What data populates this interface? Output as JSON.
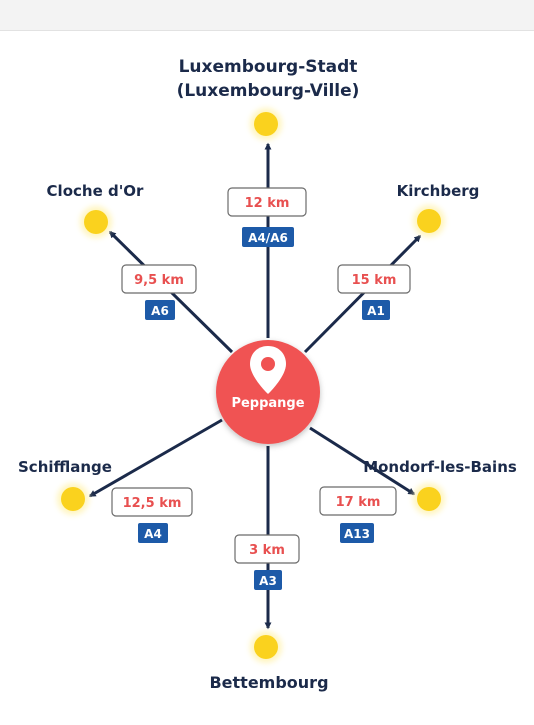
{
  "center": {
    "label": "Peppange",
    "color": "#f05252"
  },
  "colors": {
    "line": "#1b2a4a",
    "dot": "#fad21e",
    "distance": "#e85050",
    "road": "#1d5aa8"
  },
  "destinations": [
    {
      "name_line1": "Luxembourg-Stadt",
      "name_line2": "(Luxembourg-Ville)",
      "distance": "12 km",
      "road": "A4/A6"
    },
    {
      "name_line1": "Cloche d'Or",
      "distance": "9,5 km",
      "road": "A6"
    },
    {
      "name_line1": "Kirchberg",
      "distance": "15 km",
      "road": "A1"
    },
    {
      "name_line1": "Schifflange",
      "distance": "12,5 km",
      "road": "A4"
    },
    {
      "name_line1": "Mondorf-les-Bains",
      "distance": "17 km",
      "road": "A13"
    },
    {
      "name_line1": "Bettembourg",
      "distance": "3 km",
      "road": "A3"
    }
  ]
}
